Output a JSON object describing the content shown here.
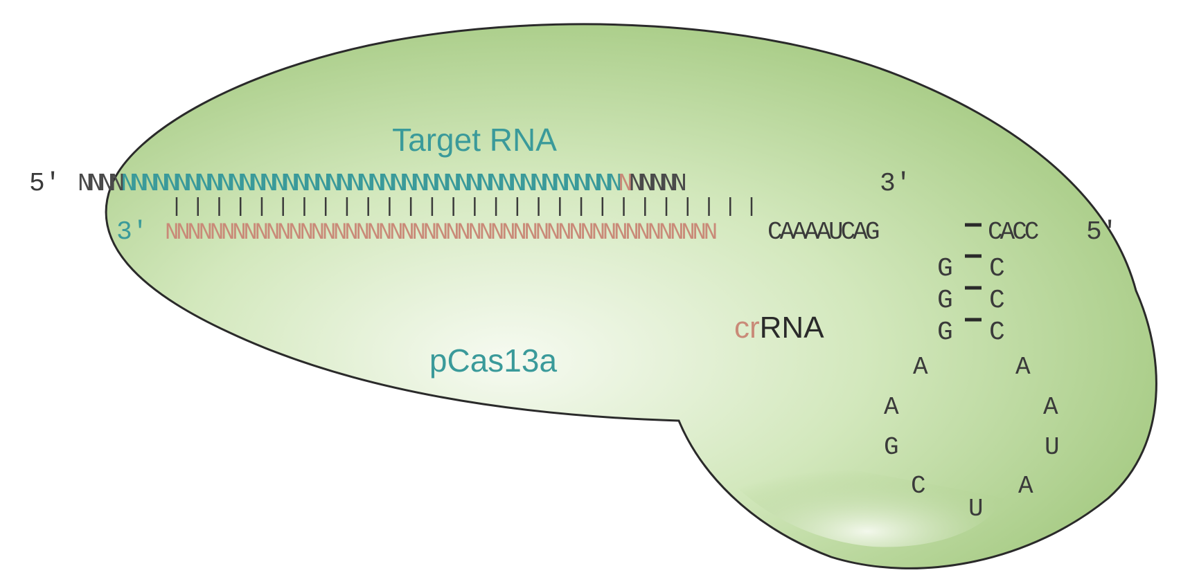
{
  "labels": {
    "target_rna": "Target RNA",
    "protein": "pCas13a",
    "crrna_prefix": "cr",
    "crrna_suffix": "RNA"
  },
  "target_strand": {
    "five_prime": "5′",
    "lead": "NNNN",
    "spacer_match": "NNNNNNNNNNNNNNNNNNNNNNNNNNNNNNNNNNNNNNNNNNNNNN",
    "mismatch": "N",
    "tail": "NNNNN",
    "three_prime": "3′"
  },
  "crrna_strand": {
    "three_prime": "3′",
    "spacer": "NNNNNNNNNNNNNNNNNNNNNNNNNNNNNNNNNNNNNNNNNNNNNNNNN",
    "repeat": "CAAAAUCAG",
    "repeat_end": "CACC",
    "five_prime": "5′"
  },
  "stem_left": [
    "G",
    "G",
    "G"
  ],
  "stem_right": [
    "C",
    "C",
    "C"
  ],
  "loop_left": [
    "A",
    "A",
    "G",
    "C"
  ],
  "loop_bottom": "U",
  "loop_right": [
    "A",
    "A",
    "U",
    "A"
  ],
  "colors": {
    "blob_edge": "#9fc67a",
    "blob_center": "#f4f9ef",
    "outline": "#2a2a2a",
    "teal": "#3a9a9a",
    "salmon": "#c98a78",
    "text_dark": "#3a3a3a"
  }
}
